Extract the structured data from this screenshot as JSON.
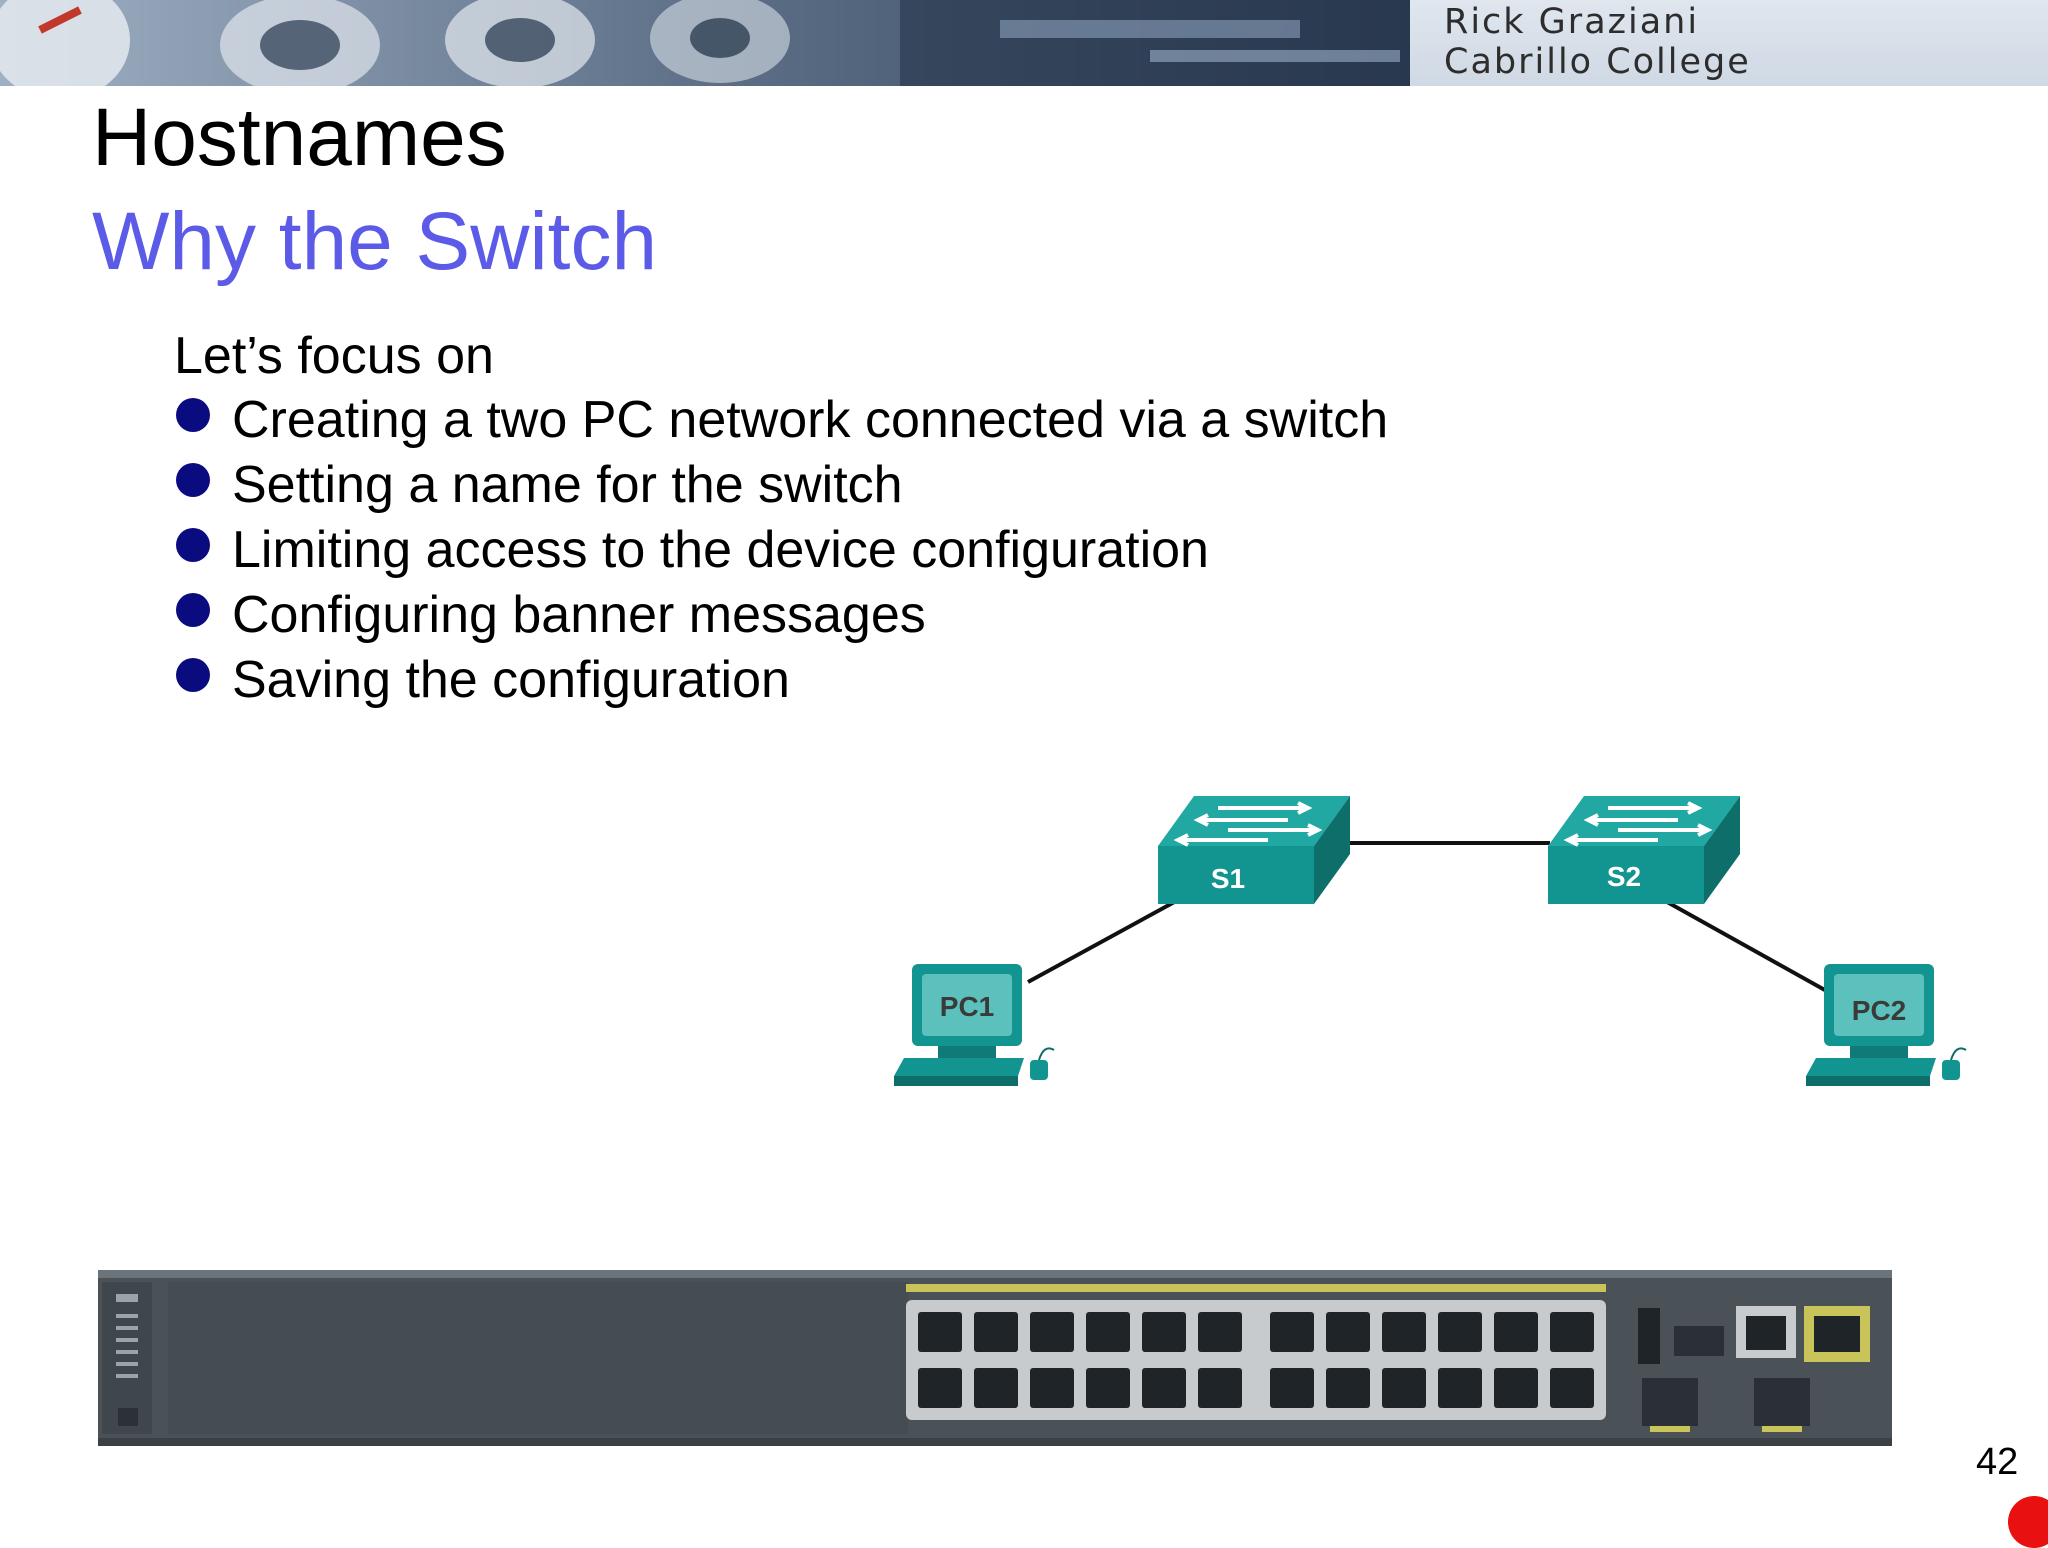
{
  "header": {
    "author_line1": "Rick Graziani",
    "author_line2": "Cabrillo College"
  },
  "slide": {
    "title": "Hostnames",
    "subtitle": "Why the Switch",
    "intro": "Let’s focus on",
    "bullets": [
      "Creating a two PC network connected via a switch",
      "Setting a name for the switch",
      "Limiting access to the device configuration",
      "Configuring banner messages",
      "Saving the configuration"
    ],
    "page_number": "42"
  },
  "diagram": {
    "devices": {
      "s1": "S1",
      "s2": "S2",
      "pc1": "PC1",
      "pc2": "PC2"
    },
    "colors": {
      "device_teal": "#1a9a95",
      "device_dark": "#0f7a76",
      "link": "#111111"
    }
  },
  "colors": {
    "subtitle": "#5b5be8",
    "bullet": "#0b0b80",
    "marker": "#e81010"
  }
}
